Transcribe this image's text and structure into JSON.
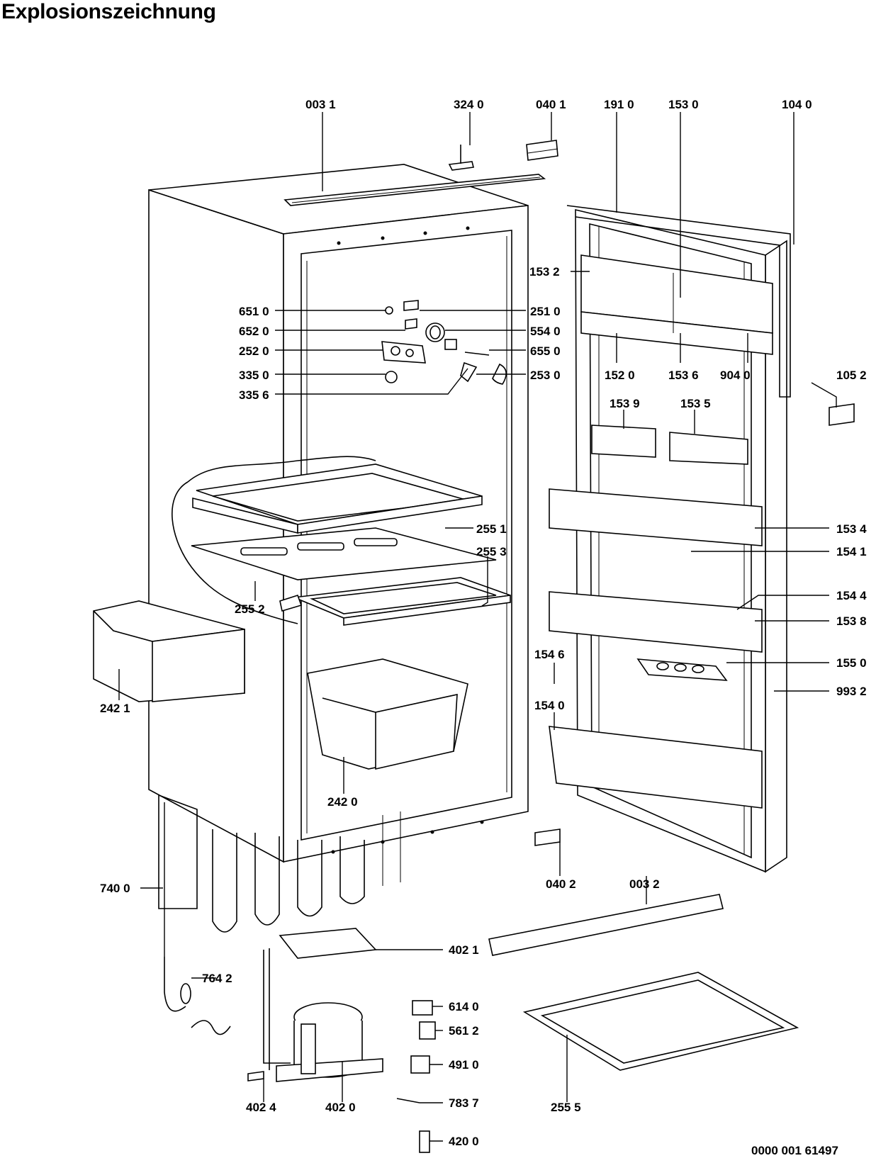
{
  "title": "Explosionszeichnung",
  "drawing_number": "0000 001 61497",
  "callouts": [
    {
      "id": "c0031",
      "label": "003 1"
    },
    {
      "id": "c3240",
      "label": "324 0"
    },
    {
      "id": "c0401",
      "label": "040 1"
    },
    {
      "id": "c1910",
      "label": "191 0"
    },
    {
      "id": "c1530",
      "label": "153 0"
    },
    {
      "id": "c1040",
      "label": "104 0"
    },
    {
      "id": "c1532",
      "label": "153 2"
    },
    {
      "id": "c6510",
      "label": "651 0"
    },
    {
      "id": "c2510",
      "label": "251 0"
    },
    {
      "id": "c6520",
      "label": "652 0"
    },
    {
      "id": "c5540",
      "label": "554 0"
    },
    {
      "id": "c2520",
      "label": "252 0"
    },
    {
      "id": "c6550",
      "label": "655 0"
    },
    {
      "id": "c3350",
      "label": "335 0"
    },
    {
      "id": "c2530",
      "label": "253 0"
    },
    {
      "id": "c3356",
      "label": "335 6"
    },
    {
      "id": "c1520",
      "label": "152 0"
    },
    {
      "id": "c1536",
      "label": "153 6"
    },
    {
      "id": "c9040",
      "label": "904 0"
    },
    {
      "id": "c1052",
      "label": "105 2"
    },
    {
      "id": "c1539",
      "label": "153 9"
    },
    {
      "id": "c1535",
      "label": "153 5"
    },
    {
      "id": "c2551",
      "label": "255 1"
    },
    {
      "id": "c1534",
      "label": "153 4"
    },
    {
      "id": "c2553",
      "label": "255 3"
    },
    {
      "id": "c1541",
      "label": "154 1"
    },
    {
      "id": "c2552",
      "label": "255 2"
    },
    {
      "id": "c1544",
      "label": "154 4"
    },
    {
      "id": "c1538",
      "label": "153 8"
    },
    {
      "id": "c1546",
      "label": "154 6"
    },
    {
      "id": "c1550",
      "label": "155 0"
    },
    {
      "id": "c2421",
      "label": "242 1"
    },
    {
      "id": "c9932",
      "label": "993 2"
    },
    {
      "id": "c1540",
      "label": "154 0"
    },
    {
      "id": "c2420",
      "label": "242 0"
    },
    {
      "id": "c7400",
      "label": "740 0"
    },
    {
      "id": "c0402",
      "label": "040 2"
    },
    {
      "id": "c0032",
      "label": "003 2"
    },
    {
      "id": "c4021",
      "label": "402 1"
    },
    {
      "id": "c7642",
      "label": "764 2"
    },
    {
      "id": "c6140",
      "label": "614 0"
    },
    {
      "id": "c5612",
      "label": "561 2"
    },
    {
      "id": "c4910",
      "label": "491 0"
    },
    {
      "id": "c4024",
      "label": "402 4"
    },
    {
      "id": "c4020",
      "label": "402 0"
    },
    {
      "id": "c7837",
      "label": "783 7"
    },
    {
      "id": "c2555",
      "label": "255 5"
    },
    {
      "id": "c4200",
      "label": "420 0"
    }
  ]
}
